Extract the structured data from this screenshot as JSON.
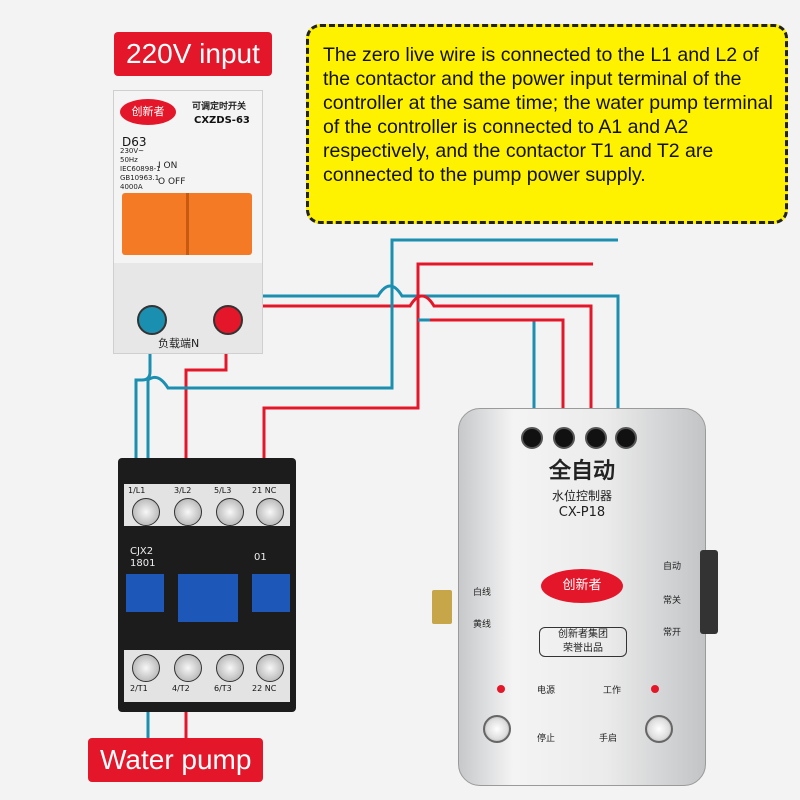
{
  "labels": {
    "input": "220V input",
    "pump": "Water pump",
    "note": "The zero live wire is connected to the L1 and L2 of the contactor and the power input terminal of the controller at the same time; the water pump terminal of the controller is connected to A1 and A2 respectively, and the contactor T1 and T2 are connected to the pump power supply."
  },
  "breaker": {
    "brand": "创新者",
    "model": "D63",
    "title": "可调定时开关",
    "series": "CXZDS-63",
    "specs": [
      "230V~",
      "50Hz",
      "IEC60898-1",
      "GB10963.1",
      "4000A"
    ],
    "on": "I ON",
    "off": "O OFF",
    "bottom": "负载端N"
  },
  "contactor": {
    "top_terminals": [
      "1/L1",
      "3/L2",
      "5/L3",
      "21 NC"
    ],
    "bottom_terminals": [
      "2/T1",
      "4/T2",
      "6/T3",
      "22 NC"
    ],
    "model": "CJX2",
    "number": "1801",
    "aux": "01"
  },
  "controller": {
    "title": "全自动",
    "subtitle": "水位控制器",
    "model": "CX-P18",
    "brand": "创新者",
    "honor_line1": "创新者集团",
    "honor_line2": "荣誉出品",
    "left_labels": [
      "白线",
      "黄线"
    ],
    "right_labels": [
      "自动",
      "常关",
      "常开"
    ],
    "power": "电源",
    "work": "工作",
    "stop": "停止",
    "start": "手启"
  },
  "colors": {
    "live": "#e4172a",
    "neutral": "#1a8fb0",
    "label_bg": "#e4172a",
    "note_bg": "#fff200"
  }
}
